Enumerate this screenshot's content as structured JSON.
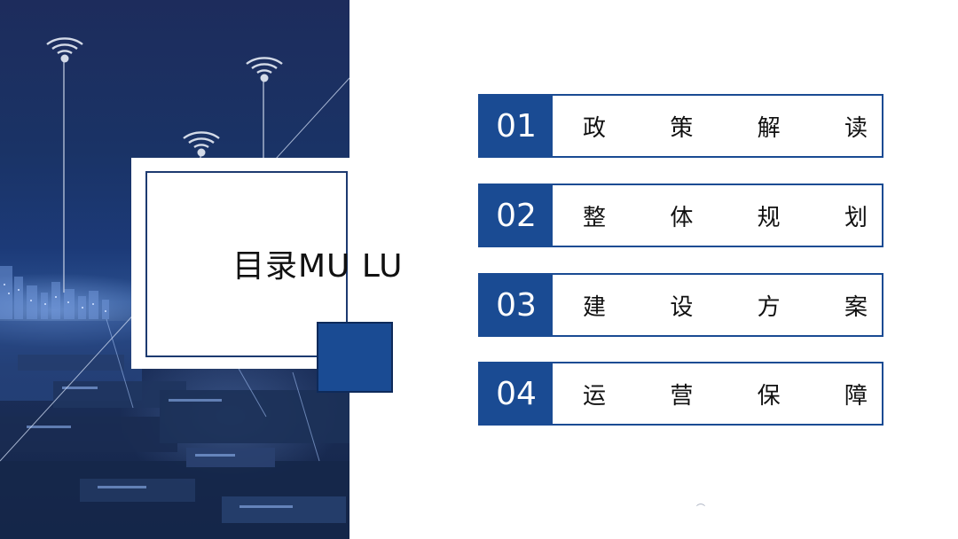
{
  "toc": {
    "title": "目录MU LU"
  },
  "items": [
    {
      "number": "01",
      "chars": [
        "政",
        "策",
        "解",
        "读"
      ]
    },
    {
      "number": "02",
      "chars": [
        "整",
        "体",
        "规",
        "划"
      ]
    },
    {
      "number": "03",
      "chars": [
        "建",
        "设",
        "方",
        "案"
      ]
    },
    {
      "number": "04",
      "chars": [
        "运",
        "营",
        "保",
        "障"
      ]
    }
  ],
  "colors": {
    "accent": "#1a4b93",
    "border_dark": "#1d3a70",
    "text": "#111111"
  },
  "icons": {
    "signal": "wifi-signal-icon"
  }
}
